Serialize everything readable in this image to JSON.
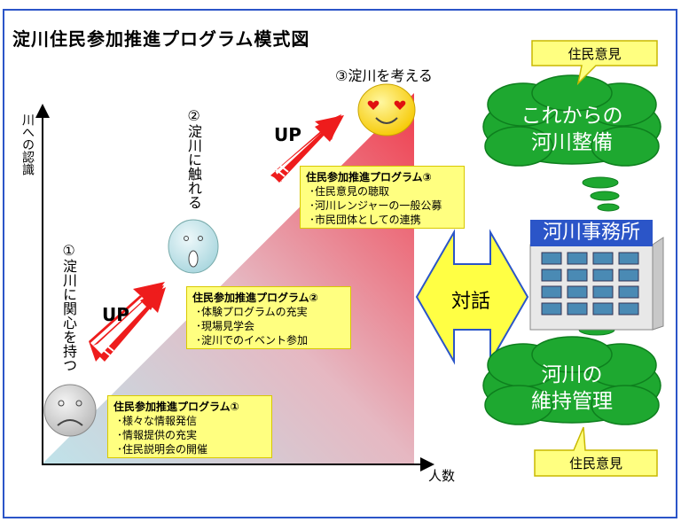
{
  "title": "淀川住民参加推進プログラム模式図",
  "axes": {
    "y_label": "川への認識",
    "x_label": "人数"
  },
  "stages": [
    {
      "label": "①淀川に関心を持つ"
    },
    {
      "label": "②淀川に触れる"
    },
    {
      "label": "③淀川を考える"
    }
  ],
  "programs": [
    {
      "title": "住民参加推進プログラム①",
      "items": [
        "･様々な情報発信",
        "･情報提供の充実",
        "･住民説明会の開催"
      ]
    },
    {
      "title": "住民参加推進プログラム②",
      "items": [
        "･体験プログラムの充実",
        "･現場見学会",
        "･淀川でのイベント参加"
      ]
    },
    {
      "title": "住民参加推進プログラム③",
      "items": [
        "･住民意見の聴取",
        "･河川レンジャーの一般公募",
        "･市民団体としての連携"
      ]
    }
  ],
  "up_label": "UP",
  "dialogue_label": "対話",
  "office_label": "河川事務所",
  "clouds": [
    {
      "line1": "これからの",
      "line2": "河川整備"
    },
    {
      "line1": "河川の",
      "line2": "維持管理"
    }
  ],
  "callouts": [
    "住民意見",
    "住民意見"
  ],
  "colors": {
    "frame": "#2b55c8",
    "cloud": "#1ea830",
    "arrow": "#ee1c1c",
    "note": "#ffff80",
    "double_arrow": "#ffff44",
    "office": "#2b55c8"
  }
}
